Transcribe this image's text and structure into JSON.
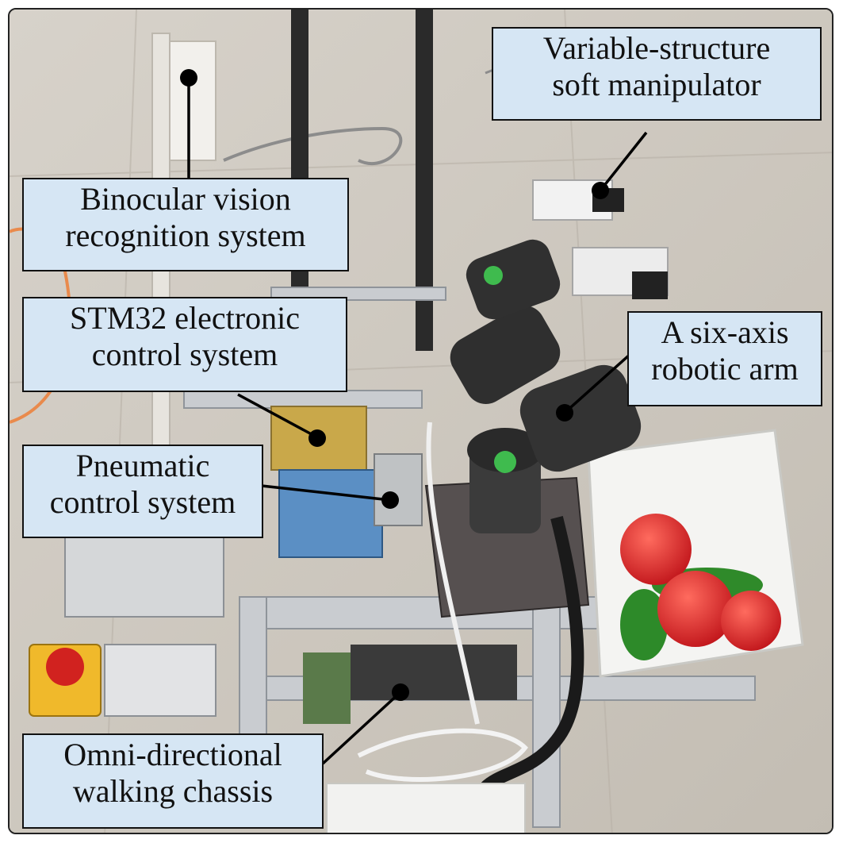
{
  "labels": {
    "soft_manipulator": {
      "line1": "Variable-structure",
      "line2": "soft manipulator"
    },
    "binocular": {
      "line1": "Binocular vision",
      "line2": "recognition system"
    },
    "stm32": {
      "line1": "STM32  electronic",
      "line2": "control system"
    },
    "robotic_arm": {
      "line1": "A six-axis",
      "line2": "robotic arm"
    },
    "pneumatic": {
      "line1": "Pneumatic",
      "line2": "control system"
    },
    "chassis": {
      "line1": "Omni-directional",
      "line2": "walking chassis"
    }
  },
  "colors": {
    "label_fill": "#d6e6f4",
    "label_border": "#111111",
    "leader": "#000000",
    "floor": "#cfc9c0"
  }
}
